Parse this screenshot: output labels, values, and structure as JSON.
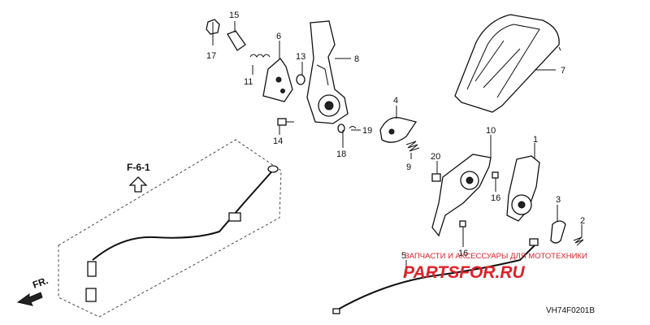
{
  "callouts": [
    {
      "id": "c1",
      "text": "1"
    },
    {
      "id": "c2",
      "text": "2"
    },
    {
      "id": "c3",
      "text": "3"
    },
    {
      "id": "c4",
      "text": "4"
    },
    {
      "id": "c5",
      "text": "5"
    },
    {
      "id": "c6",
      "text": "6"
    },
    {
      "id": "c7",
      "text": "7"
    },
    {
      "id": "c8",
      "text": "8"
    },
    {
      "id": "c9",
      "text": "9"
    },
    {
      "id": "c10",
      "text": "10"
    },
    {
      "id": "c11",
      "text": "11"
    },
    {
      "id": "c13",
      "text": "13"
    },
    {
      "id": "c14",
      "text": "14"
    },
    {
      "id": "c15",
      "text": "15"
    },
    {
      "id": "c16a",
      "text": "16"
    },
    {
      "id": "c16b",
      "text": "16"
    },
    {
      "id": "c17",
      "text": "17"
    },
    {
      "id": "c18",
      "text": "18"
    },
    {
      "id": "c19",
      "text": "19"
    },
    {
      "id": "c20",
      "text": "20"
    }
  ],
  "reference": "F-6-1",
  "front_marker": "FR.",
  "diagram_code": "VH74F0201B",
  "watermark": {
    "tagline": "ЗАПЧАСТИ И АКСЕССУАРЫ ДЛЯ МОТОТЕХНИКИ",
    "brand": "PARTSFOR.RU",
    "color": "#e0202a"
  }
}
